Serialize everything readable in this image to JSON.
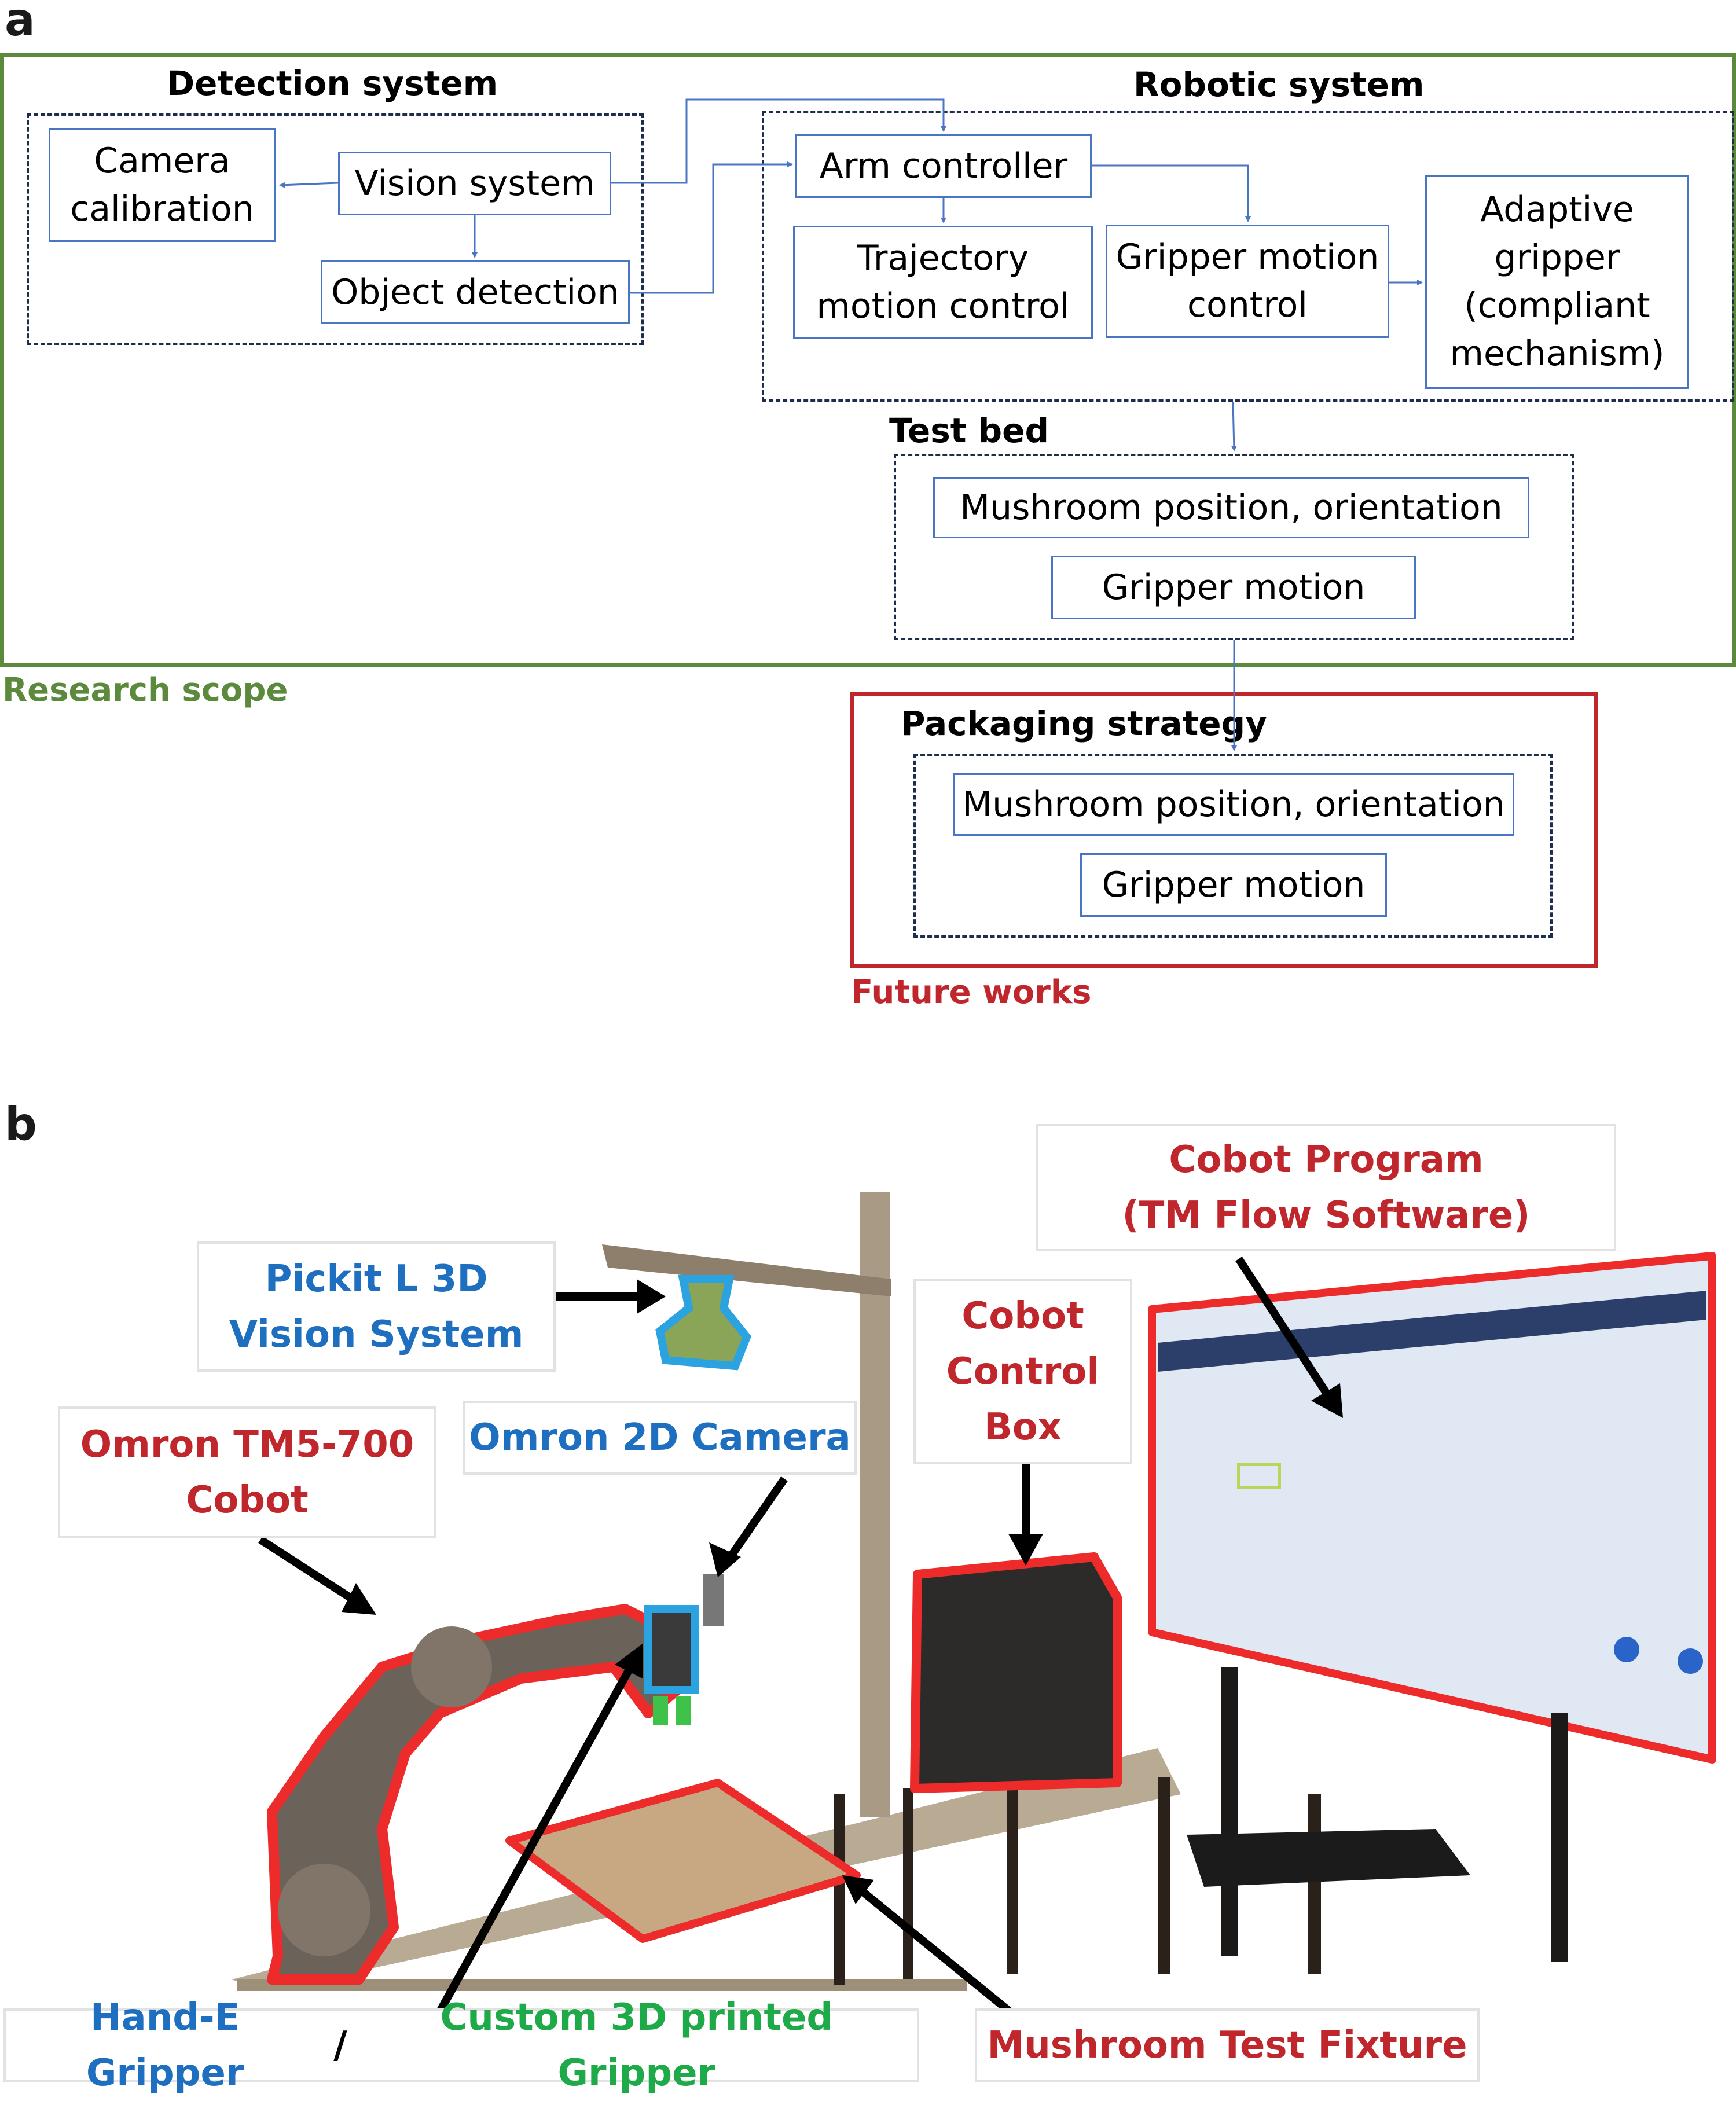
{
  "panel_a": {
    "label": "a",
    "research_scope_label": "Research scope",
    "future_works_label": "Future works",
    "detection_system": {
      "title": "Detection system",
      "nodes": {
        "camera_calibration": "Camera\ncalibration",
        "vision_system": "Vision system",
        "object_detection": "Object detection"
      }
    },
    "robotic_system": {
      "title": "Robotic system",
      "nodes": {
        "arm_controller": "Arm controller",
        "trajectory_motion_control": "Trajectory\nmotion control",
        "gripper_motion_control": "Gripper motion\ncontrol",
        "adaptive_gripper": "Adaptive\ngripper\n(compliant\nmechanism)"
      }
    },
    "test_bed": {
      "title": "Test bed",
      "nodes": {
        "mushroom_position": "Mushroom position, orientation",
        "gripper_motion": "Gripper motion"
      }
    },
    "packaging_strategy": {
      "title": "Packaging strategy",
      "nodes": {
        "mushroom_position": "Mushroom position, orientation",
        "gripper_motion": "Gripper motion"
      }
    },
    "colors": {
      "scope": "#5b8a3c",
      "future": "#c0272d",
      "node_border": "#4a74c4",
      "dashed": "#1f2d4d"
    }
  },
  "panel_b": {
    "label": "b",
    "callouts": {
      "pickit": "Pickit L 3D\nVision System",
      "omron_cobot": "Omron TM5-700\nCobot",
      "omron_camera": "Omron 2D Camera",
      "control_box": "Cobot\nControl\nBox",
      "cobot_program": "Cobot Program\n(TM Flow Software)",
      "hand_e_gripper": "Hand-E Gripper",
      "separator": "/",
      "custom_gripper": "Custom 3D printed Gripper",
      "test_fixture": "Mushroom Test Fixture"
    },
    "colors": {
      "red": "#c0272d",
      "blue": "#1f6fc0",
      "green": "#1faa4a"
    }
  }
}
